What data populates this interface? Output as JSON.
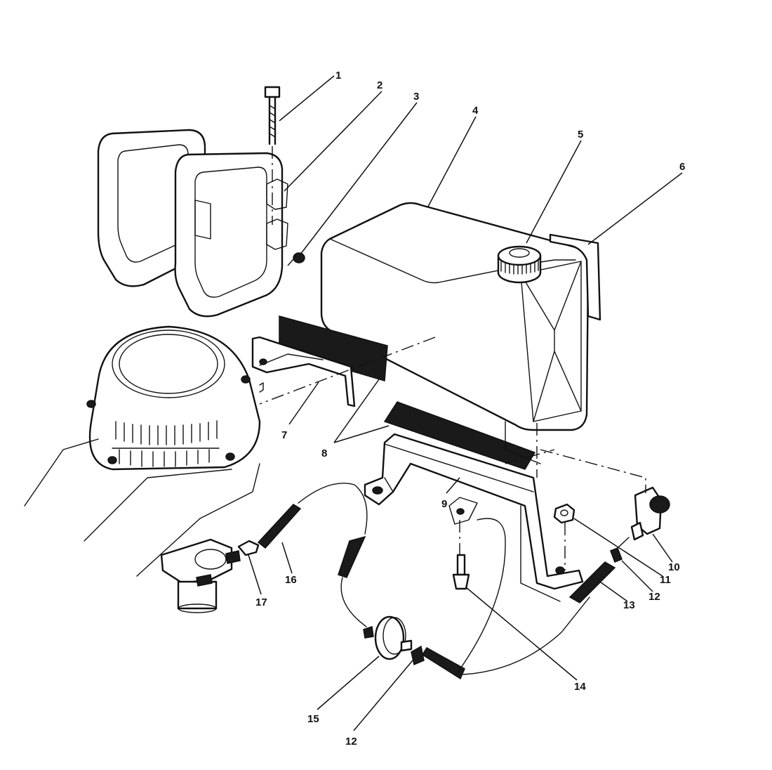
{
  "callouts": {
    "c1": "1",
    "c2": "2",
    "c3": "3",
    "c4": "4",
    "c5": "5",
    "c6": "6",
    "c7": "7",
    "c8": "8",
    "c9": "9",
    "c10": "10",
    "c11": "11",
    "c12a": "12",
    "c13": "13",
    "c14": "14",
    "c15": "15",
    "c12b": "12",
    "c16": "16",
    "c17": "17"
  }
}
